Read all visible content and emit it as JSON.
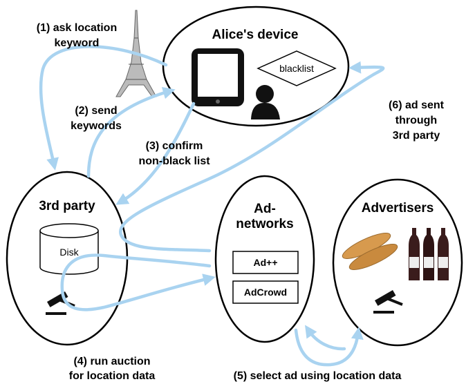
{
  "nodes": {
    "alice": {
      "title": "Alice's device",
      "blacklist_label": "blacklist"
    },
    "third_party": {
      "title": "3rd party",
      "disk_label": "Disk"
    },
    "ad_networks": {
      "title_line1": "Ad-",
      "title_line2": "networks",
      "items": [
        "Ad++",
        "AdCrowd"
      ]
    },
    "advertisers": {
      "title": "Advertisers"
    }
  },
  "steps": {
    "s1": [
      "(1) ask location",
      "keyword"
    ],
    "s2": [
      "(2) send",
      "keywords"
    ],
    "s3": [
      "(3) confirm",
      "non-black list"
    ],
    "s4": [
      "(4) run auction",
      "for location data"
    ],
    "s5": [
      "(5) select ad using location data"
    ],
    "s6": [
      "(6) ad sent",
      "through",
      "3rd party"
    ]
  },
  "colors": {
    "flow": "#a9d3f0",
    "outline": "#000000"
  },
  "icons": [
    "eiffel-tower-icon",
    "tablet-icon",
    "person-icon",
    "disk-icon",
    "gavel-icon",
    "baguette-icon",
    "wine-bottle-icon"
  ]
}
